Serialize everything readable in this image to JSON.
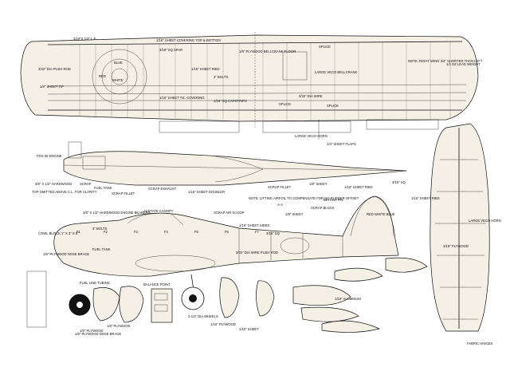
{
  "wing": {
    "label_le": "3/16\"X 1/2\" L.E.",
    "label_sheet_covering": "1/16\" SHEET COVERING TOP & BOTTOM",
    "label_spar": "3/16\" SQ SPAR",
    "label_rib": "1/16\" SHEET RIBS",
    "label_bolts": "3\" BOLTS",
    "label_plywood_floor": "1/8\" PLYWOOD BELLCRANK FLOOR",
    "label_bellcrank": "LARGE VECO BELLCRANK",
    "label_splice": "SPLICE",
    "label_wire": "3/32\" DIA WIRE",
    "label_te": "1/16\" SHEET T.E. COVERING",
    "label_capstrips": "1/16\" SQ CAPSTRIPS",
    "label_lead": "1/2 OZ LEAD WEIGHT",
    "label_right_wing": "NOTE: RIGHT WING 3/4\" SHORTER THAN LEFT",
    "label_tip": "1/8\" SHEET TIP",
    "label_pushrod": "3/32\" DIA PUSH ROD",
    "label_horn": "LARGE VECO HORN",
    "label_flaps": "1/4\" SHEET FLAPS",
    "roundel_blue": "BLUE",
    "roundel_white": "WHITE",
    "roundel_red": "RED"
  },
  "top_view": {
    "label_engine": "FOX 35 ENGINE",
    "label_hardwood": "3/8\" X 1/2\" HARDWOOD",
    "label_scrap": "SCRAP",
    "label_fuel_tank": "FUEL TANK",
    "label_omitted": "TOP OMITTED ABOVE C.L. FOR CLARITY",
    "label_scrap_exhaust": "SCRAP EXHAUST",
    "label_doubler": "1/16\" SHEET DOUBLER",
    "label_scrap_fillet": "SCRAP FILLET",
    "label_scrap_fillet2": "SCRAP FILLET",
    "label_sheet": "1/8\" SHEET"
  },
  "side_view": {
    "label_canopy": "ACETATE CANOPY",
    "label_engine_bearers": "3/8\" X 1/2\" HARDWOOD ENGINE BEARERS",
    "label_bolts": "3\" BOLTS",
    "label_fuel_tank": "FUEL TANK",
    "label_cowl": "COWL BLOCK 1\" X 3\" X 6\"",
    "label_nose_brace": "1/8\" PLYWOOD NOSE BRACE",
    "label_fuel_line": "FUEL LINE TUBING",
    "label_balance": "BALANCE POINT",
    "label_air_scoop": "SCRAP AIR SCOOP",
    "label_sheet_sides": "1/16\" SHEET SIDES",
    "label_sheet_ribs": "1/16\" SHEET RIBS",
    "label_sheet": "1/8\" SHEET",
    "label_scrap_block": "SCRAP BLOCK",
    "label_british": "BRITISH FIN",
    "label_red_white_blue": "RED WHITE BLUE",
    "label_note_lift": "NOTE: LIFTING AIRFOIL TO COMPENSATE FOR NO RUDDER OFFSET",
    "label_wire_pushrod": "3/32\" DIA WIRE PUSH ROD",
    "label_wheels": "2-1/2\" DIA WHEELS",
    "label_plywood": "1/16\" PLYWOOD",
    "label_f_tags": [
      "F1",
      "F2",
      "F3",
      "F4",
      "F5",
      "F6",
      "F7"
    ],
    "label_aa": "A-A",
    "label_sq": "3/16\" SQ"
  },
  "tail": {
    "label_sheet_ribs": "1/16\" SHEET RIBS",
    "label_sq": "3/16\" SQ",
    "label_horn": "LARGE VECO HORN",
    "label_fabric_hinges": "FABRIC HINGES",
    "label_plywood": "1/16\" PLYWOOD"
  },
  "bottom": {
    "label_plywood_a": "1/8\" PLYWOOD",
    "label_plywood_b": "1/8\" PLYWOOD",
    "label_nose_brace": "1/8\" PLYWOOD NOSE BRACE",
    "label_wheel_pant": "1/16\" SHEET",
    "label_aluminium": "1/16\" ALUMINUM"
  },
  "colors": {
    "ink": "#111111",
    "paper": "#ffffff",
    "wood": "#f4f0e6"
  }
}
